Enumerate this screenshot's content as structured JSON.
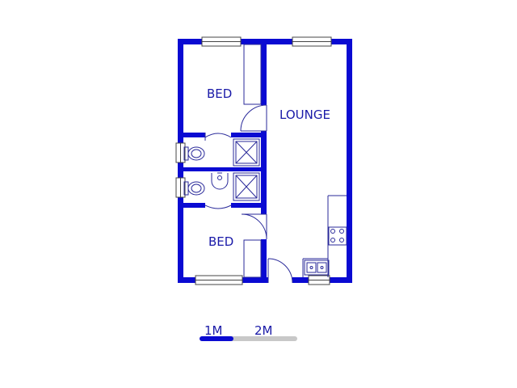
{
  "rooms": {
    "bed_top": "BED",
    "lounge": "LOUNGE",
    "bed_bottom": "BED"
  },
  "scale": {
    "label_1": "1M",
    "label_2": "2M"
  },
  "colors": {
    "wall": "#0a0ad2",
    "fixture": "#2a2a9a",
    "label": "#1a1aa8",
    "scale_gray": "#c8c8c8"
  }
}
